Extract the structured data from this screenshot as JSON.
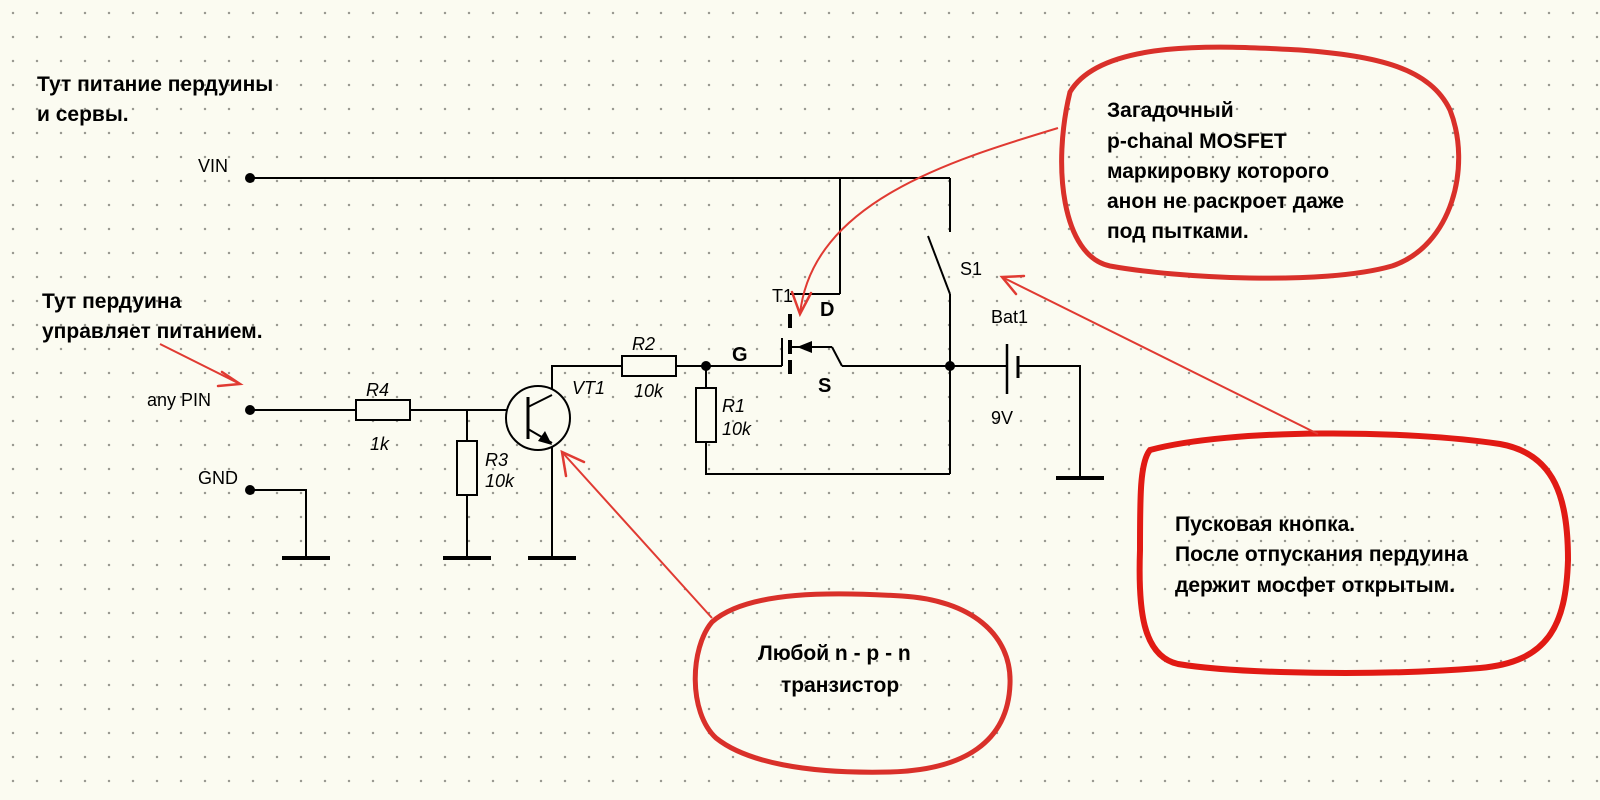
{
  "notes": {
    "power_line1": "Тут питание пердуины",
    "power_line2": "и сервы.",
    "control_line1": "Тут пердуина",
    "control_line2": "управляет питанием.",
    "mosfet_line1": "Загадочный",
    "mosfet_line2": "p-chanal MOSFET",
    "mosfet_line3": "маркировку которого",
    "mosfet_line4": "анон не раскроет даже",
    "mosfet_line5": "под пытками.",
    "button_line1": "Пусковая кнопка.",
    "button_line2": "После отпускания пердуина",
    "button_line3": "держит мосфет открытым.",
    "transistor_line1": "Любой n - p - n",
    "transistor_line2": "транзистор"
  },
  "terminals": {
    "vin": "VIN",
    "any_pin": "any PIN",
    "gnd": "GND"
  },
  "components": {
    "r4": {
      "ref": "R4",
      "value": "1k"
    },
    "r3": {
      "ref": "R3",
      "value": "10k"
    },
    "vt1": {
      "ref": "VT1"
    },
    "r2": {
      "ref": "R2",
      "value": "10k"
    },
    "r1": {
      "ref": "R1",
      "value": "10k"
    },
    "t1": {
      "ref": "T1",
      "gate": "G",
      "drain": "D",
      "source": "S"
    },
    "s1": {
      "ref": "S1"
    },
    "bat1": {
      "ref": "Bat1",
      "value": "9V"
    }
  },
  "colors": {
    "background": "#fbfbf1",
    "wire": "#000000",
    "annotation_red": "#d9302a"
  }
}
